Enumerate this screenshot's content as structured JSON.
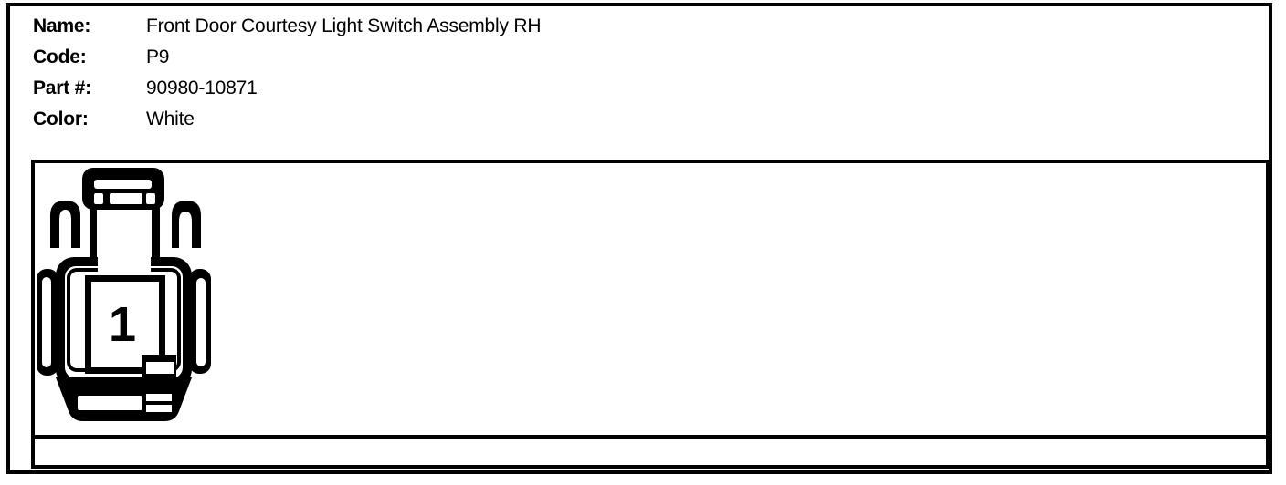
{
  "header": {
    "fields": [
      {
        "label": "Name:",
        "value": "Front Door Courtesy Light Switch Assembly RH"
      },
      {
        "label": "Code:",
        "value": "P9"
      },
      {
        "label": "Part #:",
        "value": "90980-10871"
      },
      {
        "label": "Color:",
        "value": "White"
      }
    ]
  },
  "diagram": {
    "description": "connector-front-view-1-pin",
    "pin_label": "1"
  },
  "colors": {
    "ink": "#000000",
    "paper": "#ffffff"
  }
}
